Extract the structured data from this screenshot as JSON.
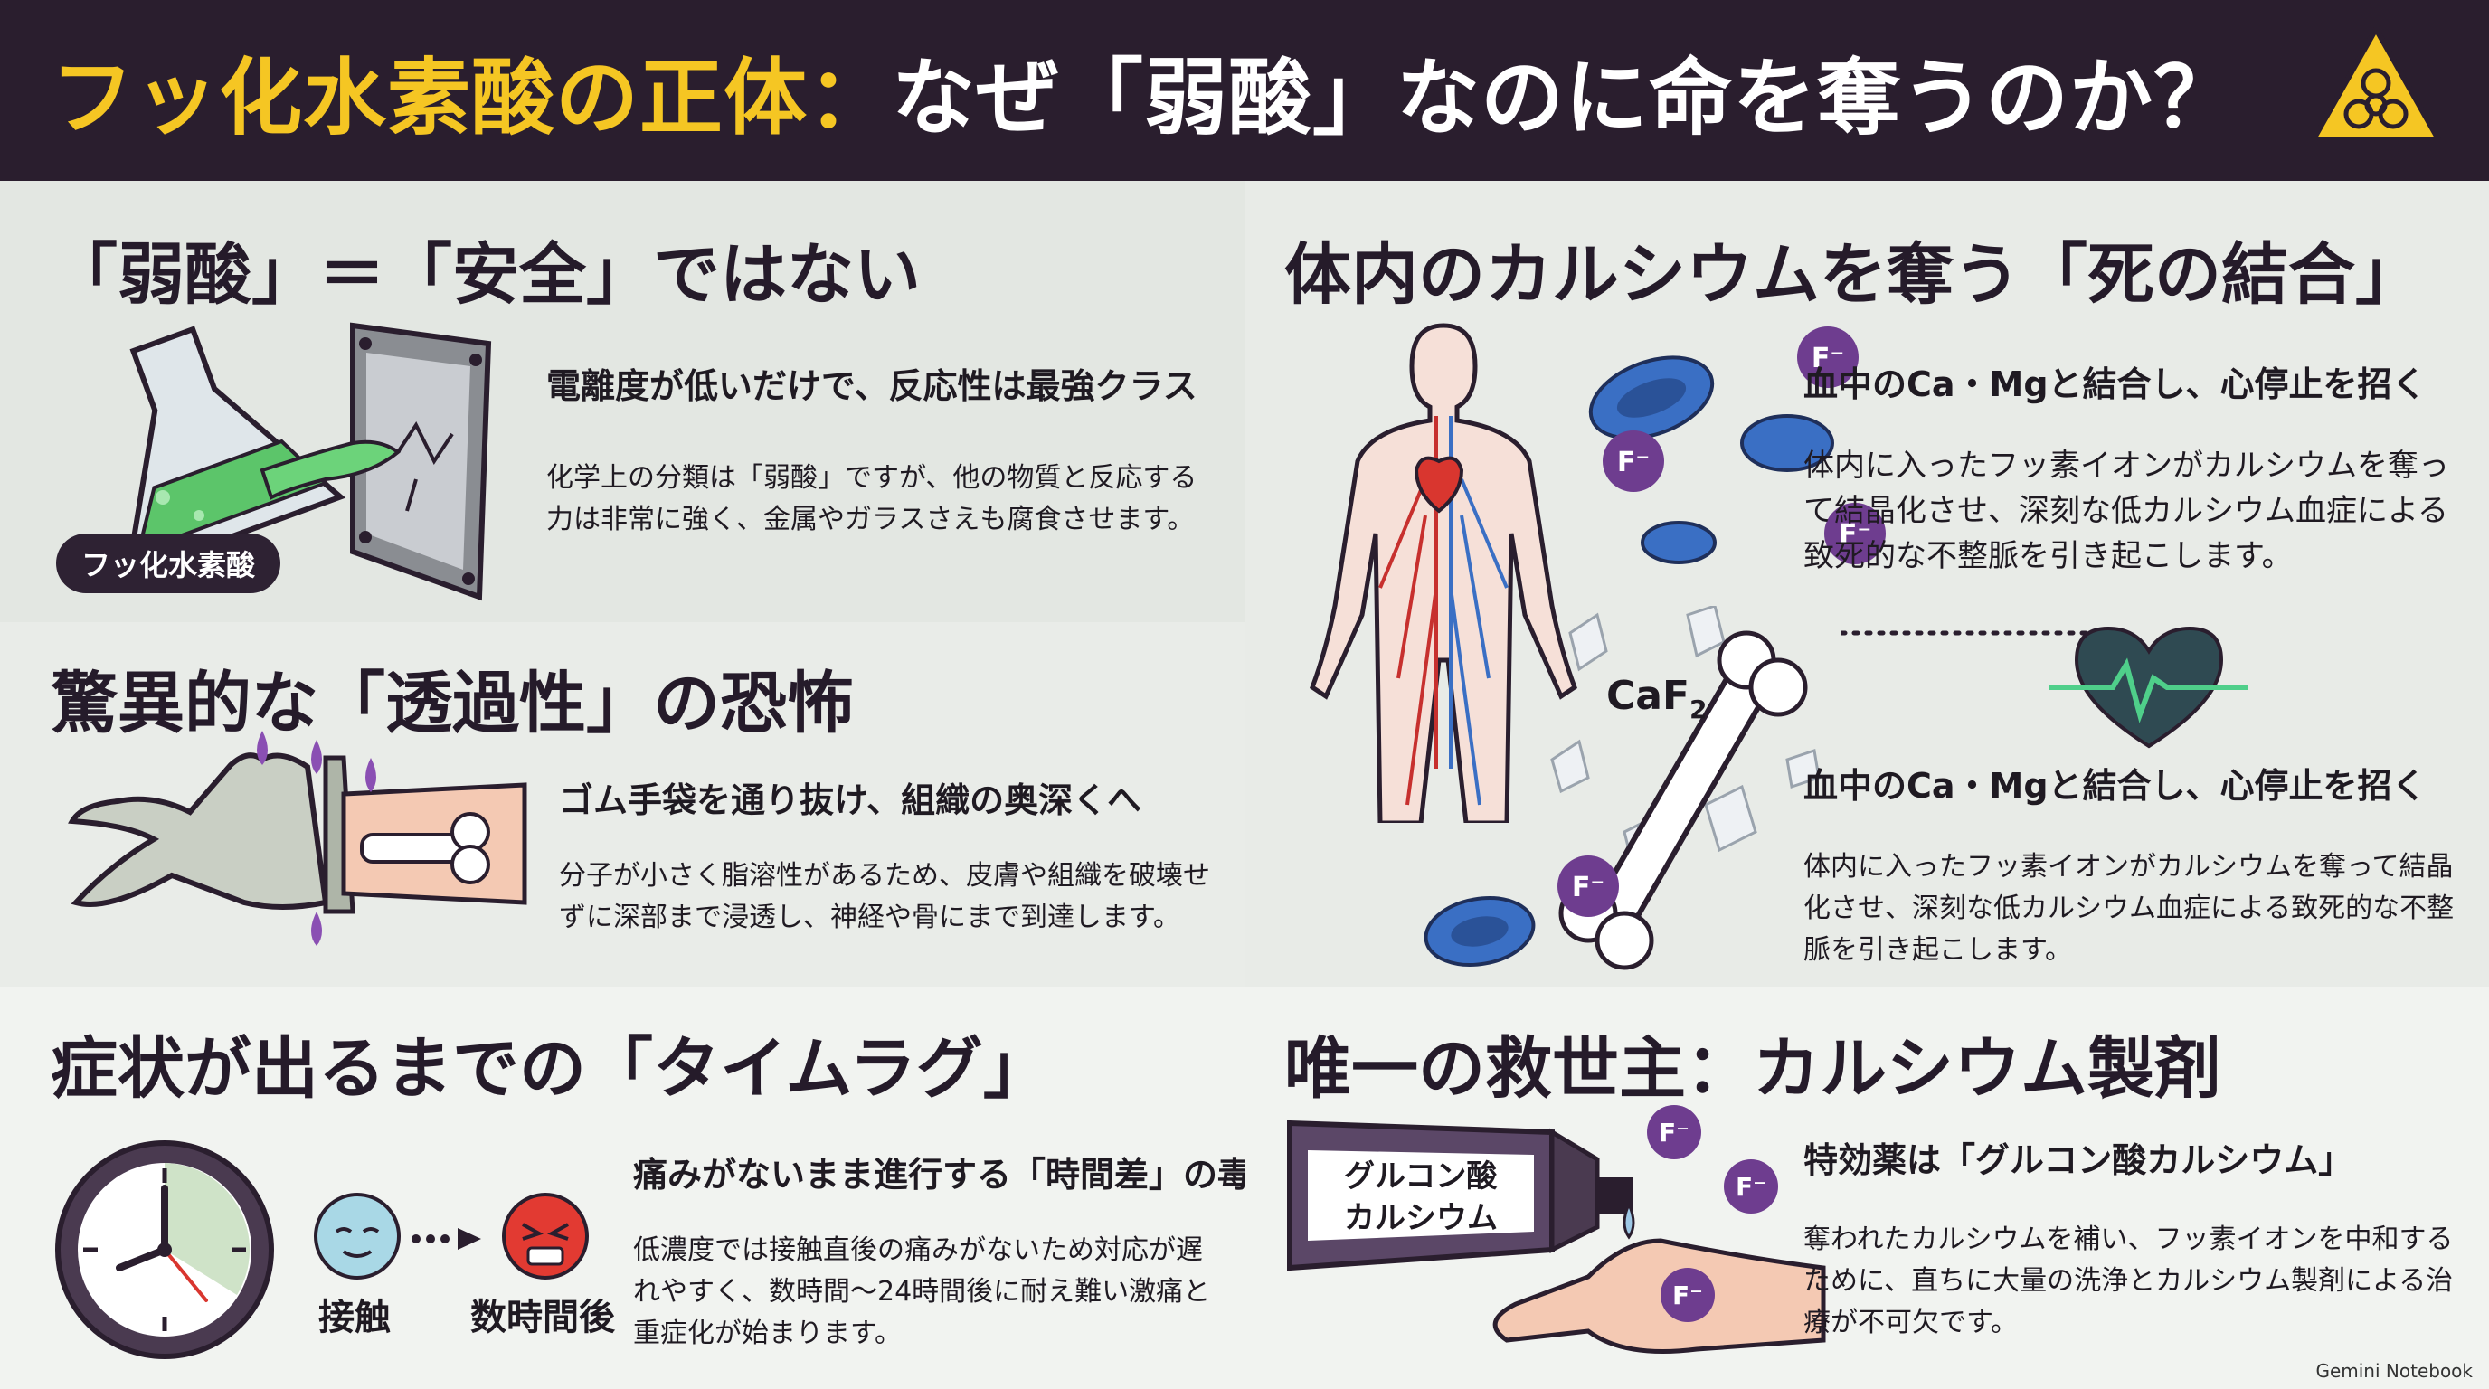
{
  "header": {
    "title_highlight": "フッ化水素酸の正体：",
    "title_rest": "なぜ「弱酸」なのに命を奪うのか？",
    "warning_icon": "biohazard-warning-icon",
    "accent_color": "#f5c623",
    "background_color": "#2a1e2e"
  },
  "panels": {
    "weak_acid": {
      "title": "「弱酸」＝「安全」ではない",
      "subtitle": "電離度が低いだけで、反応性は最強クラス",
      "body": "化学上の分類は「弱酸」ですが、他の物質と反応する力は非常に強く、金属やガラスさえも腐食させます。",
      "badge": "フッ化水素酸"
    },
    "permeability": {
      "title": "驚異的な「透過性」の恐怖",
      "subtitle": "ゴム手袋を通り抜け、組織の奥深くへ",
      "body": "分子が小さく脂溶性があるため、皮膚や組織を破壊せずに深部まで浸透し、神経や骨にまで到達します。"
    },
    "time_lag": {
      "title": "症状が出るまでの「タイムラグ」",
      "subtitle": "痛みがないまま進行する「時間差」の毒",
      "body": "低濃度では接触直後の痛みがないため対応が遅れやすく、数時間〜24時間後に耐え難い激痛と重症化が始まります。",
      "label_contact": "接触",
      "label_hours": "数時間後"
    },
    "calcium": {
      "title": "体内のカルシウムを奪う「死の結合」",
      "subtitle_1": "血中のCa・Mgと結合し、心停止を招く",
      "body_1": "体内に入ったフッ素イオンがカルシウムを奪って結晶化させ、深刻な低カルシウム血症による致死的な不整脈を引き起こします。",
      "subtitle_2": "血中のCa・Mgと結合し、心停止を招く",
      "body_2": "体内に入ったフッ素イオンがカルシウムを奪って結晶化させ、深刻な低カルシウム血症による致死的な不整脈を引き起こします。",
      "ion_label": "F⁻",
      "crystal_label_main": "CaF",
      "crystal_label_sub": "2"
    },
    "savior": {
      "title": "唯一の救世主：カルシウム製剤",
      "subtitle": "特効薬は「グルコン酸カルシウム」",
      "body": "奪われたカルシウムを補い、フッ素イオンを中和するために、直ちに大量の洗浄とカルシウム製剤による治療が不可欠です。",
      "tube_line1": "グルコン酸",
      "tube_line2": "カルシウム",
      "ion_label": "F⁻"
    }
  },
  "footer": {
    "credit": "Gemini Notebook"
  }
}
